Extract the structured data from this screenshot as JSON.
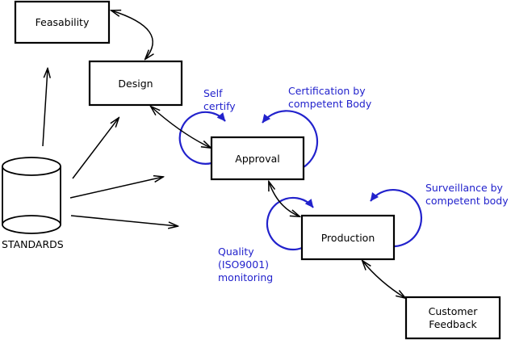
{
  "diagram": {
    "colors": {
      "background": "#ffffff",
      "line": "#000000",
      "annotation_blue": "#2222cc"
    },
    "nodes": {
      "feasability": {
        "label": "Feasability"
      },
      "design": {
        "label": "Design"
      },
      "approval": {
        "label": "Approval"
      },
      "production": {
        "label": "Production"
      },
      "customer_feedback": {
        "label_line1": "Customer",
        "label_line2": "Feedback"
      },
      "standards": {
        "label": "STANDARDS",
        "shape": "cylinder"
      }
    },
    "annotations": {
      "self_certify": {
        "line1": "Self",
        "line2": "certify"
      },
      "certification": {
        "line1": "Certification by",
        "line2": "competent Body"
      },
      "surveillance": {
        "line1": "Surveillance by",
        "line2": "competent body"
      },
      "quality": {
        "line1": "Quality",
        "line2": "(ISO9001)",
        "line3": "monitoring"
      }
    },
    "edges": [
      {
        "from": "Feasability",
        "to": "Design",
        "style": "double-arrow"
      },
      {
        "from": "Design",
        "to": "Approval",
        "style": "double-arrow"
      },
      {
        "from": "Approval",
        "to": "Production",
        "style": "double-arrow"
      },
      {
        "from": "Production",
        "to": "Customer Feedback",
        "style": "double-arrow"
      },
      {
        "from": "STANDARDS",
        "to": "Feasability",
        "style": "arrow"
      },
      {
        "from": "STANDARDS",
        "to": "Design",
        "style": "arrow"
      },
      {
        "from": "STANDARDS",
        "to": "Approval",
        "style": "arrow"
      },
      {
        "from": "STANDARDS",
        "to": "Production",
        "style": "arrow"
      },
      {
        "node": "Approval",
        "loop_label": "Self certify"
      },
      {
        "node": "Approval",
        "loop_label": "Certification by competent Body"
      },
      {
        "node": "Production",
        "loop_label": "Quality (ISO9001) monitoring"
      },
      {
        "node": "Production",
        "loop_label": "Surveillance by competent body"
      }
    ]
  }
}
